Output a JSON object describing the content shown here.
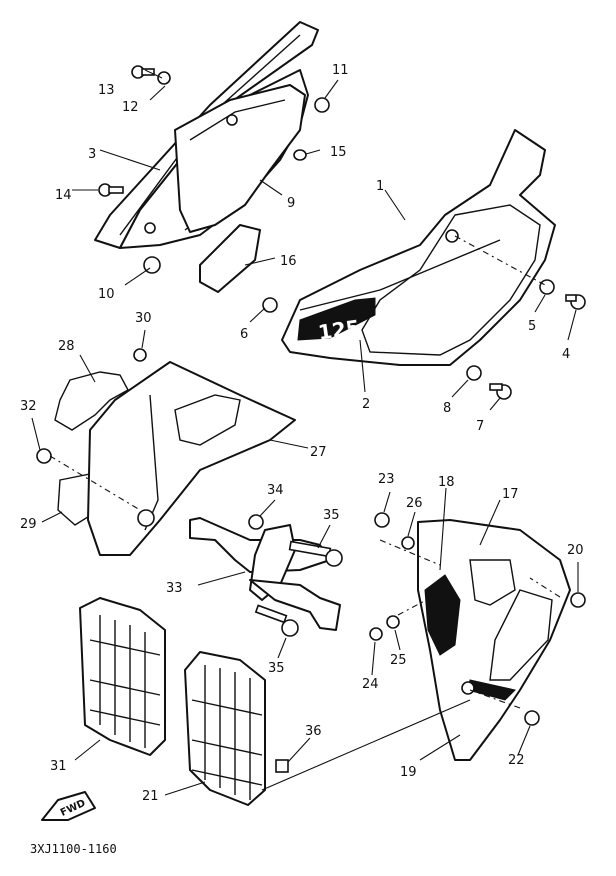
{
  "diagram": {
    "drawing_code": "3XJ1100-1160",
    "fwd_label": "FWD",
    "callouts": [
      {
        "id": "c1",
        "num": "1"
      },
      {
        "id": "c2",
        "num": "2"
      },
      {
        "id": "c3",
        "num": "3"
      },
      {
        "id": "c4",
        "num": "4"
      },
      {
        "id": "c5",
        "num": "5"
      },
      {
        "id": "c6",
        "num": "6"
      },
      {
        "id": "c7",
        "num": "7"
      },
      {
        "id": "c8",
        "num": "8"
      },
      {
        "id": "c9",
        "num": "9"
      },
      {
        "id": "c10",
        "num": "10"
      },
      {
        "id": "c11",
        "num": "11"
      },
      {
        "id": "c12",
        "num": "12"
      },
      {
        "id": "c13",
        "num": "13"
      },
      {
        "id": "c14",
        "num": "14"
      },
      {
        "id": "c15",
        "num": "15"
      },
      {
        "id": "c16",
        "num": "16"
      },
      {
        "id": "c17",
        "num": "17"
      },
      {
        "id": "c18",
        "num": "18"
      },
      {
        "id": "c19",
        "num": "19"
      },
      {
        "id": "c20",
        "num": "20"
      },
      {
        "id": "c21",
        "num": "21"
      },
      {
        "id": "c22",
        "num": "22"
      },
      {
        "id": "c23",
        "num": "23"
      },
      {
        "id": "c24",
        "num": "24"
      },
      {
        "id": "c25",
        "num": "25"
      },
      {
        "id": "c26",
        "num": "26"
      },
      {
        "id": "c27",
        "num": "27"
      },
      {
        "id": "c28",
        "num": "28"
      },
      {
        "id": "c29",
        "num": "29"
      },
      {
        "id": "c30",
        "num": "30"
      },
      {
        "id": "c31",
        "num": "31"
      },
      {
        "id": "c32",
        "num": "32"
      },
      {
        "id": "c33",
        "num": "33"
      },
      {
        "id": "c34",
        "num": "34"
      },
      {
        "id": "c35a",
        "num": "35"
      },
      {
        "id": "c35b",
        "num": "35"
      },
      {
        "id": "c36",
        "num": "36"
      }
    ]
  }
}
